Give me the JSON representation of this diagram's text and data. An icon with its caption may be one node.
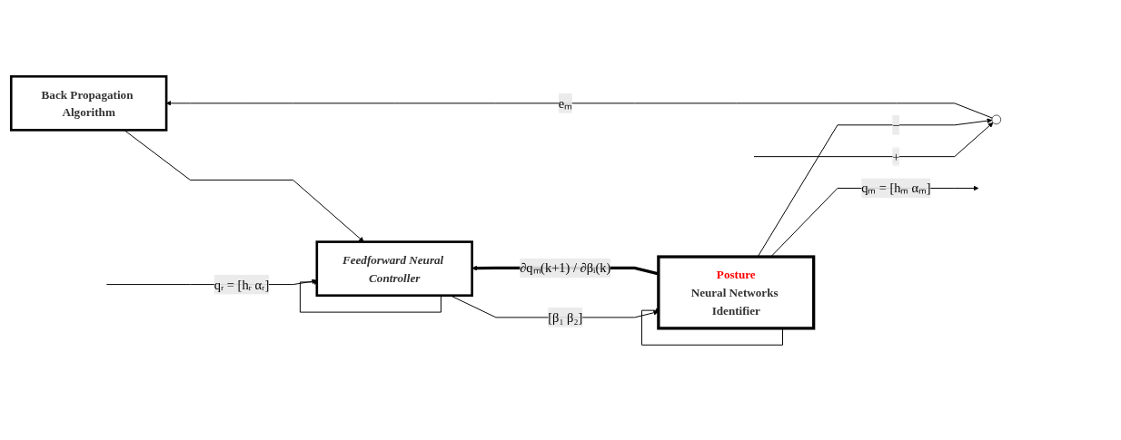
{
  "diagram": {
    "nodes": [
      {
        "text": [
          "Back Propagation Algorithm"
        ]
      },
      {
        "text": [
          "Feedforward Neural Controller"
        ]
      },
      {
        "text": [
          "Posture",
          "Neural Networks Identifier"
        ]
      },
      {
        "text": [],
        "shape": "circle"
      }
    ],
    "edges": [
      {
        "from": null,
        "to": 1,
        "arrow": "to",
        "label": "qᵣ = [hᵣ αᵣ]"
      },
      {
        "from": null,
        "to": 3,
        "arrow": "to",
        "label": "+"
      },
      {
        "from": 1,
        "to": 2,
        "arrow": "to",
        "label": "[β₁ β₂]"
      },
      {
        "from": 1,
        "to": 1,
        "arrow": "to"
      },
      {
        "from": 2,
        "to": null,
        "arrow": "to",
        "label": "qₘ = [hₘ αₘ]"
      },
      {
        "from": 2,
        "to": 3,
        "arrow": "to",
        "label": "−"
      },
      {
        "from": 2,
        "to": 2,
        "arrow": "to"
      },
      {
        "from": 3,
        "to": 0,
        "arrow": "to",
        "label": "eₘ"
      },
      {
        "from": 2,
        "to": 1,
        "arrow": "to",
        "style": "thick",
        "label": "∂qₘ(k+1) / ∂βᵢ(k)"
      },
      {
        "from": 0,
        "to": 1,
        "arrow": "to"
      }
    ]
  }
}
